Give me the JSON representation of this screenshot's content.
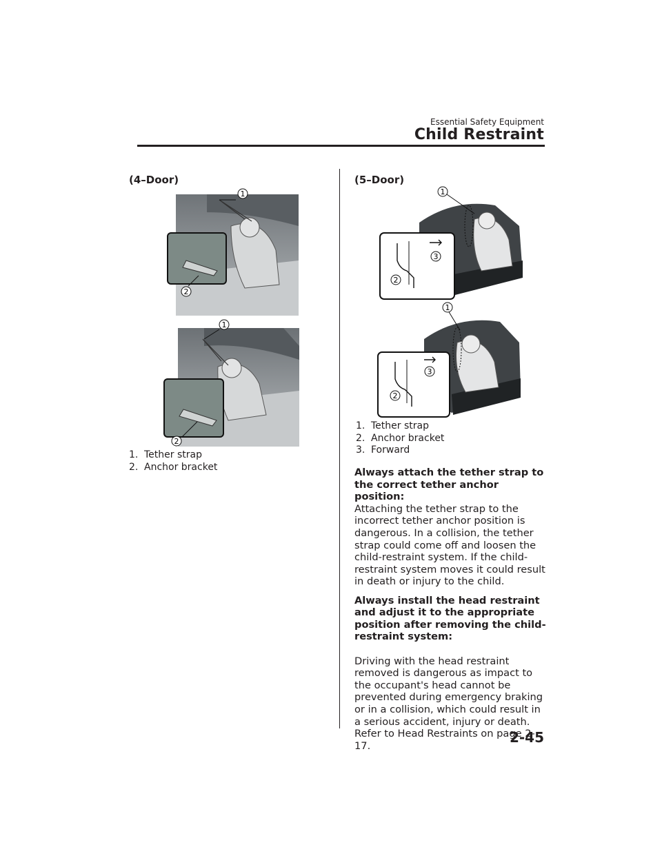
{
  "header": {
    "section": "Essential Safety Equipment",
    "title": "Child Restraint"
  },
  "left": {
    "subhead": "(4–Door)",
    "callouts": [
      "1",
      "2"
    ],
    "legend": [
      {
        "num": "1.",
        "label": "Tether strap"
      },
      {
        "num": "2.",
        "label": "Anchor bracket"
      }
    ]
  },
  "right": {
    "subhead": "(5–Door)",
    "callouts": [
      "1",
      "2",
      "3"
    ],
    "legend": [
      {
        "num": "1.",
        "label": "Tether strap"
      },
      {
        "num": "2.",
        "label": "Anchor bracket"
      },
      {
        "num": "3.",
        "label": "Forward"
      }
    ],
    "warnings": [
      {
        "heading": "Always attach the tether strap to the correct tether anchor position:",
        "body": "Attaching the tether strap to the incorrect tether anchor position is dangerous. In a collision, the tether strap could come off and loosen the child-restraint system. If the child-restraint system moves it could result in death or injury to the child."
      },
      {
        "heading": "Always install the head restraint and adjust it to the appropriate position after removing the child-restraint system:",
        "body": "Driving with the head restraint removed is dangerous as impact to the occupant's head cannot be prevented during emergency braking or in a collision, which could result in a serious accident, injury or death.\nRefer to Head Restraints on page 2-17."
      }
    ]
  },
  "page_number": "2-45",
  "colors": {
    "ink": "#231f20",
    "photo_gray": "#8a8f93",
    "inset_green": "#7d8a86"
  }
}
